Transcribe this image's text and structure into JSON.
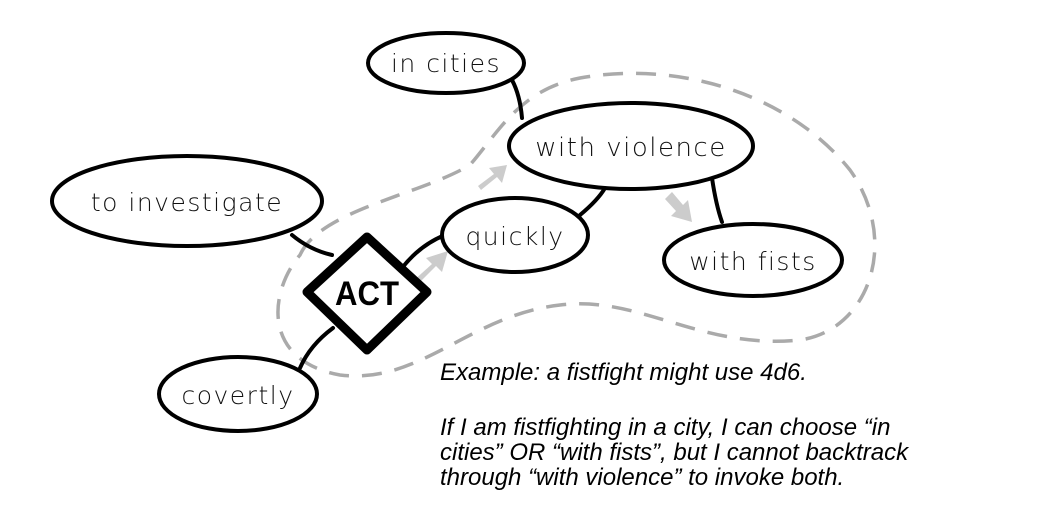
{
  "diagram": {
    "center": {
      "label": "ACT"
    },
    "nodes": [
      {
        "id": "in-cities",
        "label": "in cities"
      },
      {
        "id": "with-violence",
        "label": "with violence"
      },
      {
        "id": "to-investigate",
        "label": "to investigate"
      },
      {
        "id": "quickly",
        "label": "quickly"
      },
      {
        "id": "with-fists",
        "label": "with fists"
      },
      {
        "id": "covertly",
        "label": "covertly"
      }
    ],
    "edges": [
      [
        "ACT",
        "to investigate"
      ],
      [
        "ACT",
        "quickly"
      ],
      [
        "ACT",
        "covertly"
      ],
      [
        "quickly",
        "with violence"
      ],
      [
        "with violence",
        "in cities"
      ],
      [
        "with violence",
        "with fists"
      ]
    ],
    "colors": {
      "stroke": "#000000",
      "dashed_region": "#aaaaaa",
      "arrow": "#cccccc"
    }
  },
  "caption": {
    "example": "Example: a fistfight might use 4d6.",
    "rule_lines": [
      "If I am fistfighting in a city, I can choose “in",
      "cities” OR “with fists”, but I cannot backtrack",
      "through “with violence” to invoke both."
    ]
  }
}
